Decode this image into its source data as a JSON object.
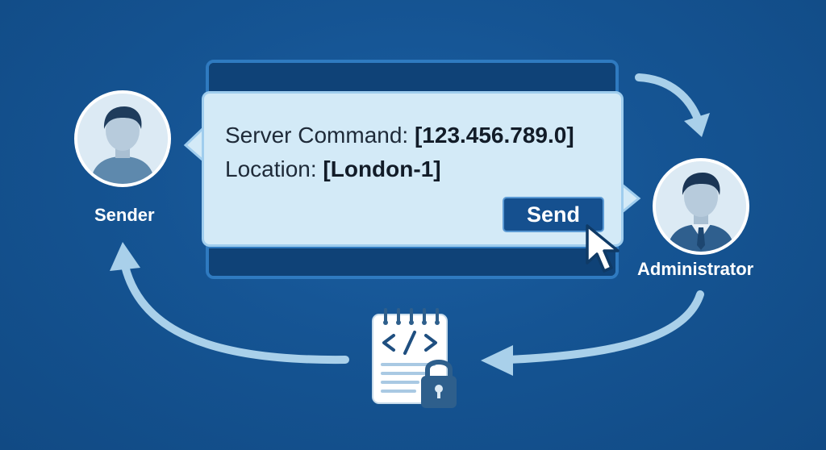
{
  "message": {
    "command_label": "Server Command: ",
    "command_value": "[123.456.789.0]",
    "location_label": "Location: ",
    "location_value": "[London-1]",
    "send_label": "Send"
  },
  "roles": {
    "sender": "Sender",
    "administrator": "Administrator"
  },
  "icons": {
    "sender_avatar": "user-avatar-icon",
    "admin_avatar": "admin-avatar-icon",
    "cursor": "mouse-pointer-icon",
    "document": "code-document-icon",
    "lock": "padlock-icon"
  },
  "colors": {
    "background": "#155493",
    "card": "#d3eaf7",
    "button": "#15508f",
    "arrow": "#a9d0ea"
  }
}
